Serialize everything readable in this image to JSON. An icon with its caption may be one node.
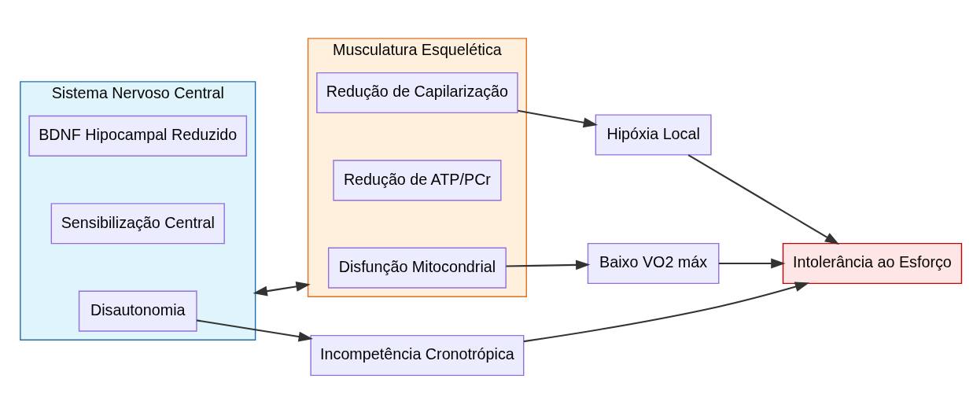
{
  "diagram": {
    "nodes": [
      {
        "text": [
          "Sistema Nervoso Central"
        ]
      },
      {
        "text": [
          "Disautonomia"
        ],
        "in": 0
      },
      {
        "text": [
          "Sensibilização Central"
        ],
        "in": 0
      },
      {
        "text": [
          "BDNF Hipocampal Reduzido"
        ],
        "in": 0
      },
      {
        "text": [
          "Musculatura Esquelética"
        ]
      },
      {
        "text": [
          "Disfunção Mitocondrial"
        ],
        "in": 4
      },
      {
        "text": [
          "Redução de ATP/PCr"
        ],
        "in": 4
      },
      {
        "text": [
          "Redução de Capilarização"
        ],
        "in": 4
      },
      {
        "text": [
          "Incompetência Cronotrópica"
        ]
      },
      {
        "text": [
          "Baixo VO2 máx"
        ]
      },
      {
        "text": [
          "Hipóxia Local"
        ]
      },
      {
        "text": [
          "Intolerância ao Esforço"
        ]
      }
    ],
    "edges": [
      {
        "from": 1,
        "to": 8,
        "arrow": "to"
      },
      {
        "from": 8,
        "to": 11,
        "arrow": "to"
      },
      {
        "from": 0,
        "to": 4,
        "arrow": "both"
      },
      {
        "from": 5,
        "to": 9,
        "arrow": "to"
      },
      {
        "from": 9,
        "to": 11,
        "arrow": "to"
      },
      {
        "from": 7,
        "to": 10,
        "arrow": "to"
      },
      {
        "from": 10,
        "to": 11,
        "arrow": "to"
      }
    ]
  }
}
